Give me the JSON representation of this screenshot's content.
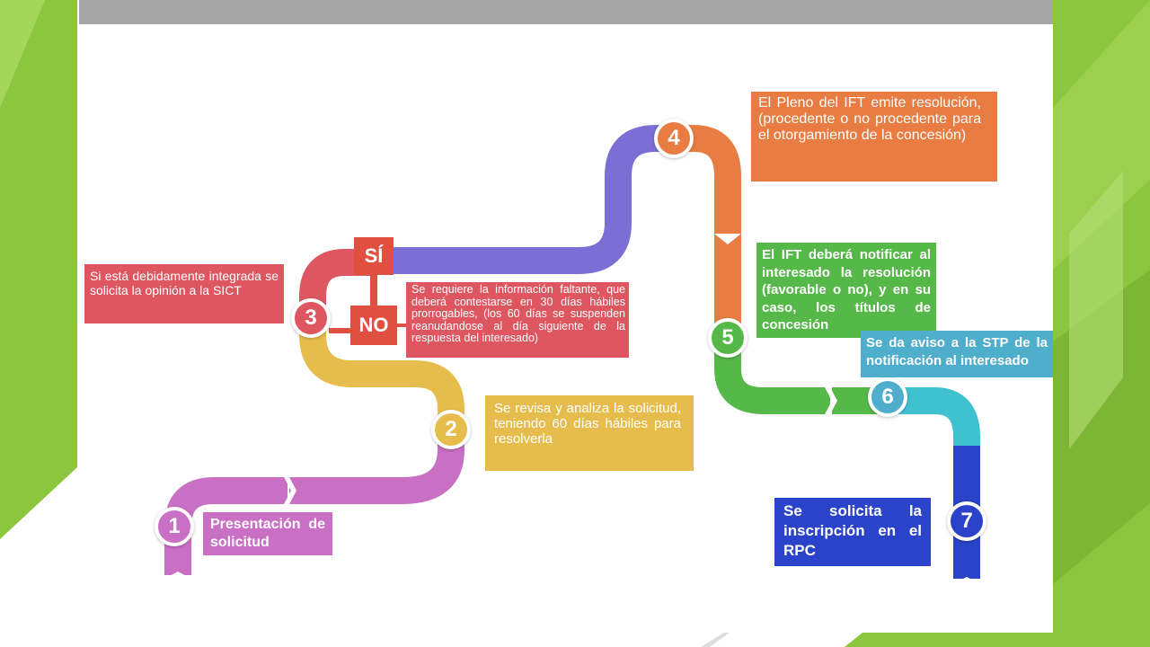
{
  "steps": [
    {
      "number": "1",
      "text": "Presentación de solicitud",
      "color": "#c96fc4"
    },
    {
      "number": "2",
      "text": "Se revisa y analiza la solicitud, teniendo 60 días hábiles para resolverla",
      "color": "#e6bd4c"
    },
    {
      "number": "3",
      "text": "Si está debidamente integrada se solicita la opinión a la SICT",
      "color": "#de5660"
    },
    {
      "number": "4",
      "text": "El Pleno del IFT emite resolución, (procedente o no procedente para el otorgamiento de la concesión)",
      "color": "#e87c42"
    },
    {
      "number": "5",
      "text": "El IFT deberá notificar al interesado la resolución (favorable o no), y en su caso, los títulos de concesión",
      "color": "#57b84a"
    },
    {
      "number": "6",
      "text": "Se da aviso a la STP de la notificación al interesado",
      "color": "#4faecb"
    },
    {
      "number": "7",
      "text": "Se solicita la inscripción en el RPC",
      "color": "#2a43c8"
    }
  ],
  "branch": {
    "yes_label": "SÍ",
    "no_label": "NO",
    "no_text": "Se requiere la información faltante, que deberá contestarse en 30 días hábiles prorrogables, (los 60 días se suspenden reanudandose al día siguiente de la respuesta del interesado)"
  },
  "colors": {
    "slide_border": "#8cc63f",
    "top_bar": "#a6a6a6",
    "branch_yes": "#7b6fd6",
    "branch_tag": "#e05040"
  }
}
